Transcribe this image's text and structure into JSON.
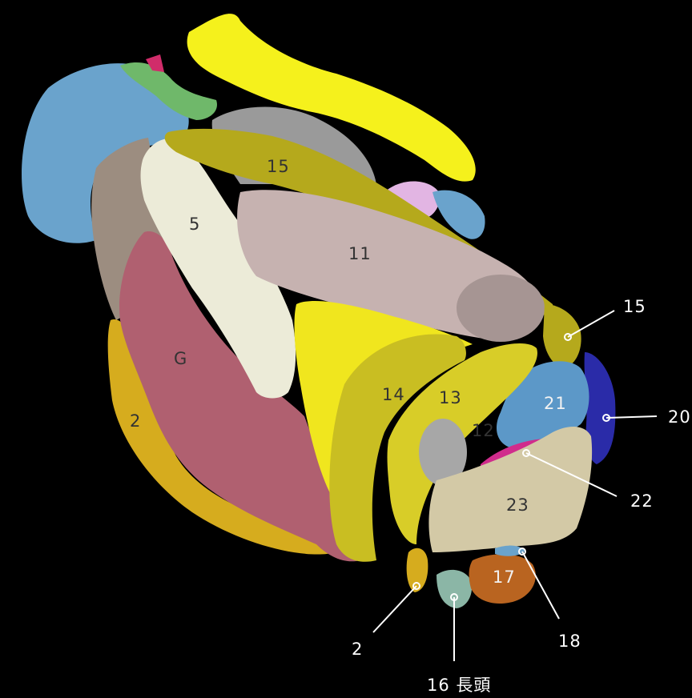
{
  "labels": {
    "l15_top": "15",
    "l5": "5",
    "l11": "11",
    "lG": "G",
    "l2_left": "2",
    "l14": "14",
    "l13": "13",
    "l12": "12",
    "l21": "21",
    "l23": "23",
    "l17": "17",
    "l15_right": "15",
    "l20": "20",
    "l22": "22",
    "l18": "18",
    "l2_bottom": "2",
    "l16": "16 長頭"
  },
  "colors": {
    "background": "#000000",
    "blue": "#6aa3cc",
    "green": "#6fb86a",
    "yellow_bright": "#f5f11c",
    "olive": "#b5a91c",
    "cream": "#ecebd8",
    "mauve": "#c6b2b0",
    "rose": "#b06070",
    "gold": "#d6ac1e",
    "yellow_dark": "#d8cd28",
    "tan": "#d3c9a6",
    "navy": "#2a2ba8",
    "magenta": "#d02c8c",
    "orange": "#b96420",
    "teal": "#8bb6a6",
    "pink_light": "#e2b5e3",
    "gray": "#a7a7a7",
    "brown_gray": "#9c8d80"
  }
}
